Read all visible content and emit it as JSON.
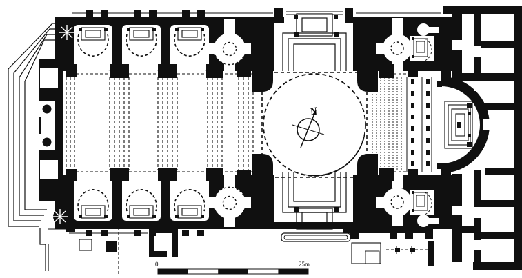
{
  "document": {
    "type": "architectural-floor-plan",
    "subject": "domed basilica church ground plan, scanned line drawing"
  },
  "labels": {
    "north": "N",
    "scale_start": "0",
    "scale_end": "25m"
  },
  "colors": {
    "ink": "#101010",
    "paper": "#ffffff"
  },
  "scale_bar": {
    "segments": 5,
    "start_label": "0",
    "end_label": "25m"
  },
  "compass": {
    "label": "N",
    "style": "circle-with-crossed-needle"
  }
}
